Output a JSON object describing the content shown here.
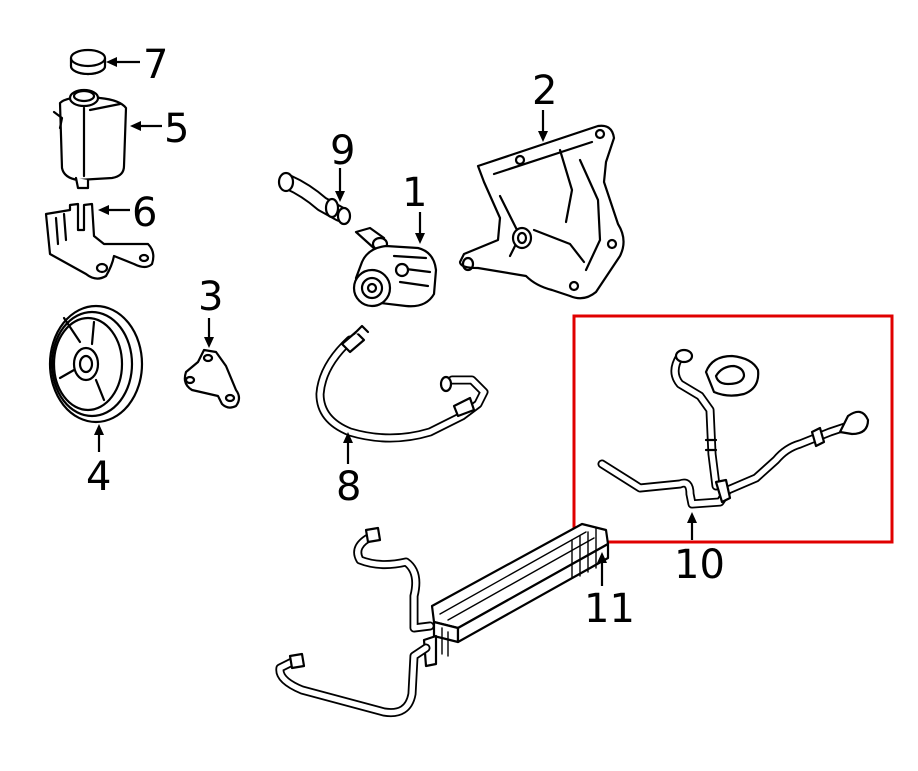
{
  "callouts": {
    "c1": "1",
    "c2": "2",
    "c3": "3",
    "c4": "4",
    "c5": "5",
    "c6": "6",
    "c7": "7",
    "c8": "8",
    "c9": "9",
    "c10": "10",
    "c11": "11"
  },
  "highlight": {
    "target": "10",
    "color": "#e00000"
  }
}
